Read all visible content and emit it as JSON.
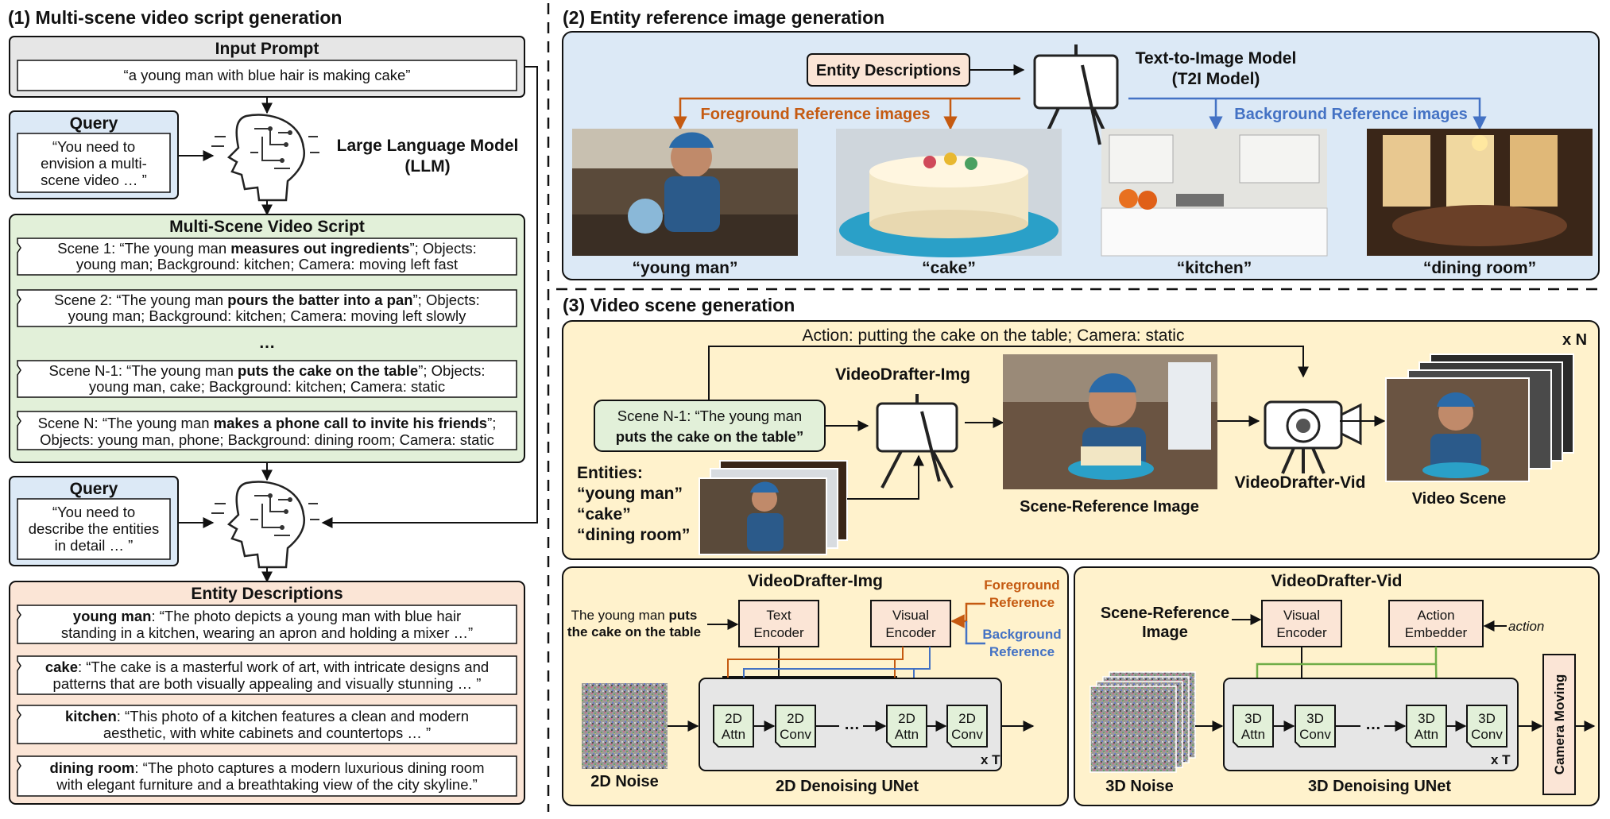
{
  "panel1": {
    "title": "(1) Multi-scene video script generation",
    "input_prompt": {
      "header": "Input Prompt",
      "text": "“a young man with blue hair is making cake”"
    },
    "query1": {
      "header": "Query",
      "lines": [
        "“You need to",
        "envision a multi-",
        "scene video … ”"
      ]
    },
    "llm": {
      "line1": "Large Language Model",
      "line2": "(LLM)"
    },
    "script": {
      "header": "Multi-Scene Video Script",
      "scene1": {
        "pre": "Scene 1: “The young man ",
        "bold": "measures out ingredients",
        "post": "”; Objects:",
        "line2": "young man; Background: kitchen; Camera: moving left fast"
      },
      "scene2": {
        "pre": "Scene 2: “The young man ",
        "bold": "pours the batter into a pan",
        "post": "”; Objects:",
        "line2": "young man; Background: kitchen; Camera: moving left slowly"
      },
      "ellipsis": "…",
      "sceneN1": {
        "pre": "Scene N-1: “The young man ",
        "bold": "puts the cake on the table",
        "post": "”; Objects:",
        "line2": "young man, cake; Background: kitchen; Camera: static"
      },
      "sceneN": {
        "pre": "Scene N: “The young man ",
        "bold": "makes a phone call to invite his friends",
        "post": "”;",
        "line2": "Objects: young man, phone; Background: dining room; Camera: static"
      }
    },
    "query2": {
      "header": "Query",
      "lines": [
        "“You need to",
        "describe the entities",
        "in detail … ”"
      ]
    },
    "entity": {
      "header": "Entity Descriptions",
      "e1": {
        "bold": "young man",
        "post": ": “The photo depicts a young man with blue hair",
        "line2": "standing in a kitchen, wearing an apron and holding a mixer …”"
      },
      "e2": {
        "bold": "cake",
        "post": ": “The cake is a masterful work of art, with intricate designs and",
        "line2": "patterns that are both visually appealing and visually stunning … ”"
      },
      "e3": {
        "bold": "kitchen",
        "post": ": “This photo of a kitchen features a clean and modern",
        "line2": "aesthetic, with white cabinets and countertops … ”"
      },
      "e4": {
        "bold": "dining room",
        "post": ": “The photo captures a modern luxurious dining room",
        "line2": "with elegant furniture and a breathtaking view of the city skyline.”"
      }
    }
  },
  "panel2": {
    "title": "(2) Entity reference image generation",
    "entity_desc": "Entity Descriptions",
    "t2i": {
      "line1": "Text-to-Image Model",
      "line2": "(T2I Model)"
    },
    "fg_label": "Foreground Reference images",
    "bg_label": "Background Reference images",
    "captions": [
      "“young man”",
      "“cake”",
      "“kitchen”",
      "“dining room”"
    ]
  },
  "panel3": {
    "title": "(3) Video scene generation",
    "action": "Action: putting the cake on the table; Camera: static",
    "xN": "x N",
    "img_model": "VideoDrafter-Img",
    "vid_model": "VideoDrafter-Vid",
    "scene_box": {
      "line1": "Scene N-1: “The young man",
      "line2": "puts the cake on the table”"
    },
    "entities": {
      "label": "Entities:",
      "items": [
        "“young man”",
        "“cake”",
        "“dining room”"
      ]
    },
    "scene_ref": "Scene-Reference Image",
    "video_scene": "Video Scene"
  },
  "img_panel": {
    "title": "VideoDrafter-Img",
    "prompt": {
      "line1_pre": "The young man ",
      "line1_bold": "puts",
      "line2": "the cake on the table"
    },
    "text_encoder": [
      "Text",
      "Encoder"
    ],
    "visual_encoder": [
      "Visual",
      "Encoder"
    ],
    "fg_ref": [
      "Foreground",
      "Reference"
    ],
    "bg_ref": [
      "Background",
      "Reference"
    ],
    "blocks": [
      [
        "2D",
        "Attn"
      ],
      [
        "2D",
        "Conv"
      ],
      [
        "2D",
        "Attn"
      ],
      [
        "2D",
        "Conv"
      ]
    ],
    "dots": "…",
    "xT": "x T",
    "noise": "2D Noise",
    "unet": "2D Denoising UNet"
  },
  "vid_panel": {
    "title": "VideoDrafter-Vid",
    "scene_ref": [
      "Scene-Reference",
      "Image"
    ],
    "visual_encoder": [
      "Visual",
      "Encoder"
    ],
    "action_embedder": [
      "Action",
      "Embedder"
    ],
    "action": "action",
    "blocks": [
      [
        "3D",
        "Attn"
      ],
      [
        "3D",
        "Conv"
      ],
      [
        "3D",
        "Attn"
      ],
      [
        "3D",
        "Conv"
      ]
    ],
    "dots": "…",
    "xT": "x T",
    "camera": "Camera Moving",
    "noise": "3D Noise",
    "unet": "3D Denoising UNet"
  },
  "colors": {
    "grey_fill": "#e6e6e6",
    "blue_fill": "#dce9f6",
    "green_fill": "#e2f0d9",
    "peach_fill": "#fbe5d6",
    "yellow_fill": "#fff2cc",
    "green_block": "#e2f0d9",
    "fg_orange": "#c55a11",
    "bg_blue": "#4472c4",
    "green_arrow": "#70ad47"
  }
}
